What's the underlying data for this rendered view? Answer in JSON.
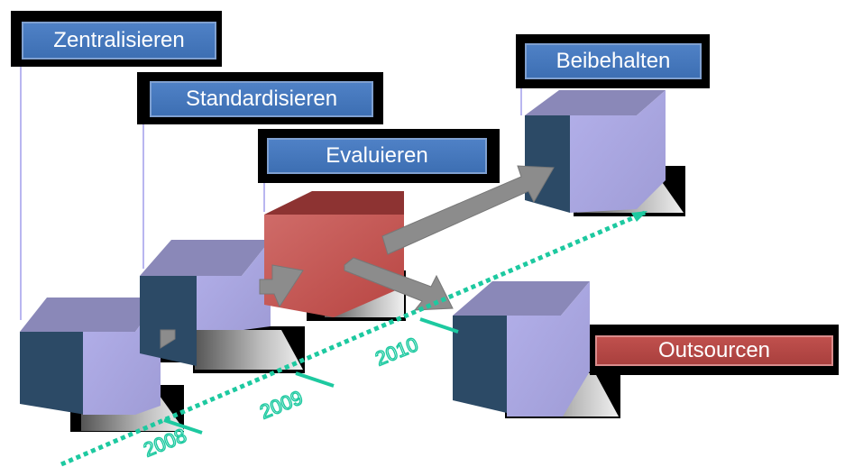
{
  "labels": {
    "zentralisieren": "Zentralisieren",
    "standardisieren": "Standardisieren",
    "evaluieren": "Evaluieren",
    "beibehalten": "Beibehalten",
    "outsourcen": "Outsourcen"
  },
  "years": {
    "y2008": "2008",
    "y2009": "2009",
    "y2010": "2010"
  },
  "colors": {
    "label_blue": "#4f81c6",
    "label_red": "#c0504d",
    "cube_face": "#a9a6e0",
    "cube_top": "#8a88b8",
    "cube_side": "#2c4a66",
    "cube_red": "#c0504d",
    "arrow_gray": "#8c8c8c",
    "timeline_teal": "#1dc9a0",
    "connector_line": "#b9b6f0"
  }
}
